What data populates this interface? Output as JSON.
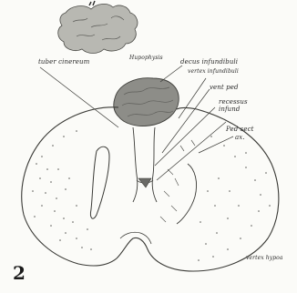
{
  "figure_number": "2",
  "labels": {
    "tuber_cinereum": "tuber cinereum",
    "hypophysis": "Hupophysis",
    "decus_infundibuli": "decus infundibuli",
    "vertex_infundibuli": "vertex infundibuli",
    "vent_ped": "vent ped",
    "recessus_infund": "recessus",
    "recessus_infund_2": "infund",
    "ped_sect_ax_1": "Ped sect",
    "ped_sect_ax_2": "ax.",
    "vertex_hypoa": "vertex hypoa"
  }
}
